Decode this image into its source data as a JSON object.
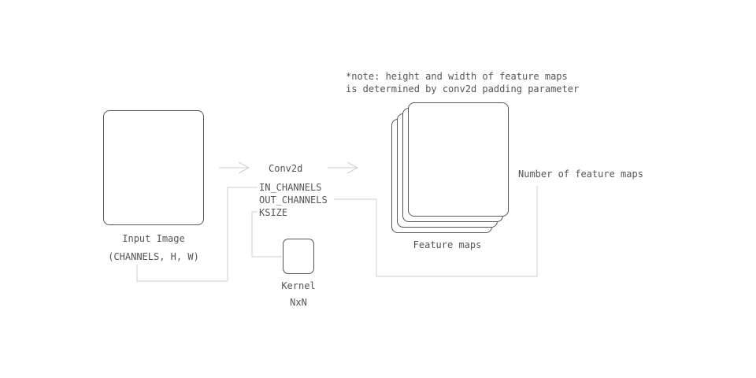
{
  "note": {
    "line1": "*note: height and width of feature maps",
    "line2": "is determined by conv2d padding parameter"
  },
  "input": {
    "label": "Input Image",
    "shape": "(CHANNELS, H, W)"
  },
  "conv": {
    "title": "Conv2d",
    "params": [
      "IN_CHANNELS",
      "OUT_CHANNELS",
      "KSIZE"
    ]
  },
  "kernel": {
    "label": "Kernel",
    "size": "NxN"
  },
  "feature_maps": {
    "label": "Feature maps",
    "count_label": "Number of feature maps"
  },
  "colors": {
    "stroke": "#555555",
    "connector": "#cfcfcf",
    "text": "#555555"
  }
}
